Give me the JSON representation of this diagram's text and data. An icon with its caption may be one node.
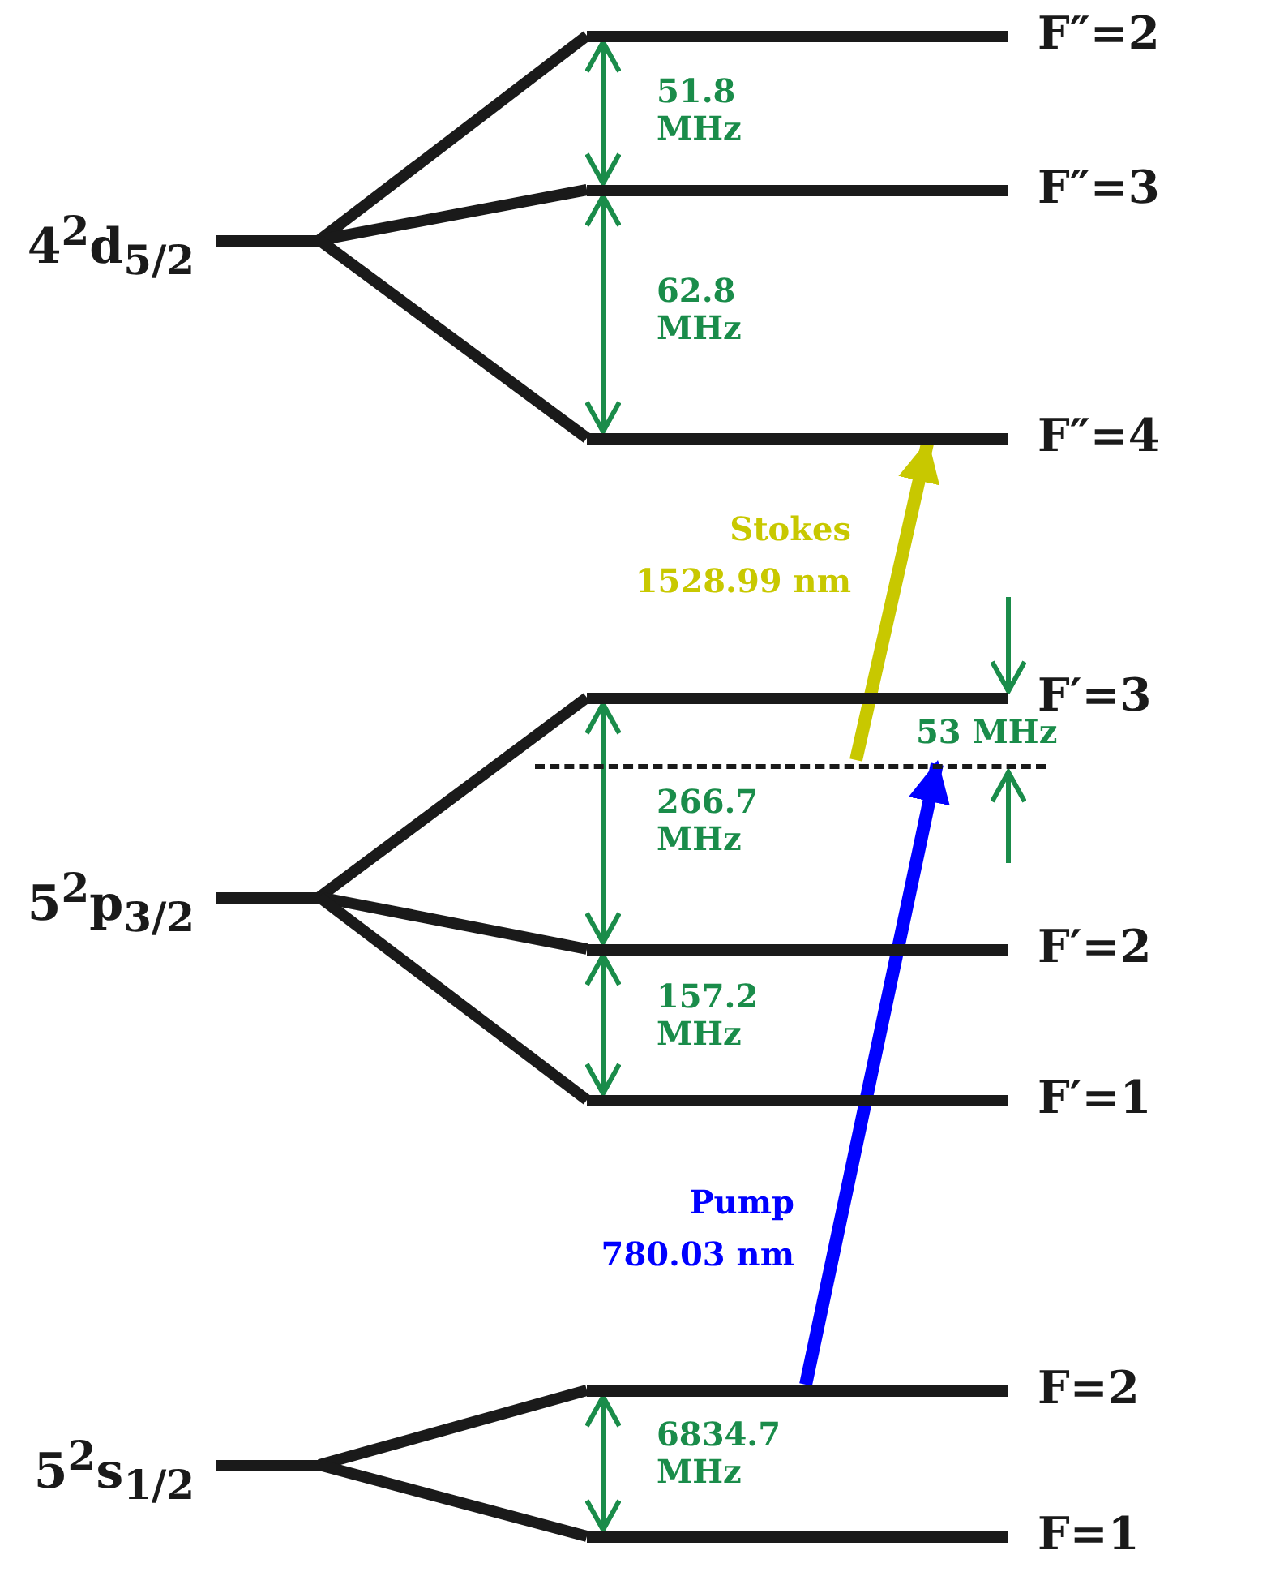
{
  "diagram": {
    "nodes": [
      {
        "text": [
          "4$^{2}$d$_{5/2}$"
        ]
      },
      {
        "text": [
          "F″=2"
        ]
      },
      {
        "text": [
          "F″=3"
        ]
      },
      {
        "text": [
          "F″=4"
        ]
      },
      {
        "text": [
          "5$^{2}$p$_{3/2}$"
        ]
      },
      {
        "text": [
          "F′=3"
        ]
      },
      {
        "text": [],
        "shape": "bar"
      },
      {
        "text": [
          "F′=2"
        ]
      },
      {
        "text": [
          "F′=1"
        ]
      },
      {
        "text": [
          "5$^{2}$s$_{1/2}$"
        ]
      },
      {
        "text": [
          "F=2"
        ]
      },
      {
        "text": [
          "F=1"
        ]
      }
    ],
    "edges": [
      {
        "from": 0,
        "to": 1,
        "arrow": "none"
      },
      {
        "from": 0,
        "to": 2,
        "arrow": "none"
      },
      {
        "from": 0,
        "to": 3,
        "arrow": "none"
      },
      {
        "from": 4,
        "to": 5,
        "arrow": "none"
      },
      {
        "from": 4,
        "to": 7,
        "arrow": "none"
      },
      {
        "from": 4,
        "to": 8,
        "arrow": "none"
      },
      {
        "from": 9,
        "to": 10,
        "arrow": "none"
      },
      {
        "from": 9,
        "to": 11,
        "arrow": "none"
      },
      {
        "from": 1,
        "to": 2,
        "arrow": "both",
        "label": "51.8 MHz",
        "color": "#1a8c4a"
      },
      {
        "from": 2,
        "to": 3,
        "arrow": "both",
        "label": "62.8 MHz",
        "color": "#1a8c4a"
      },
      {
        "from": 5,
        "to": 7,
        "arrow": "both",
        "label": "266.7 MHz",
        "color": "#1a8c4a"
      },
      {
        "from": 7,
        "to": 8,
        "arrow": "both",
        "label": "157.2 MHz",
        "color": "#1a8c4a"
      },
      {
        "from": 10,
        "to": 11,
        "arrow": "both",
        "label": "6834.7 MHz",
        "color": "#1a8c4a"
      },
      {
        "from": 10,
        "to": 6,
        "arrow": "to",
        "label": "Pump 780.03 nm",
        "color": "#0000ff"
      },
      {
        "from": 6,
        "to": 3,
        "arrow": "to",
        "label": "Stokes 1528.99 nm",
        "color": "#c8c800"
      }
    ],
    "labels": [
      "53 MHz"
    ]
  }
}
